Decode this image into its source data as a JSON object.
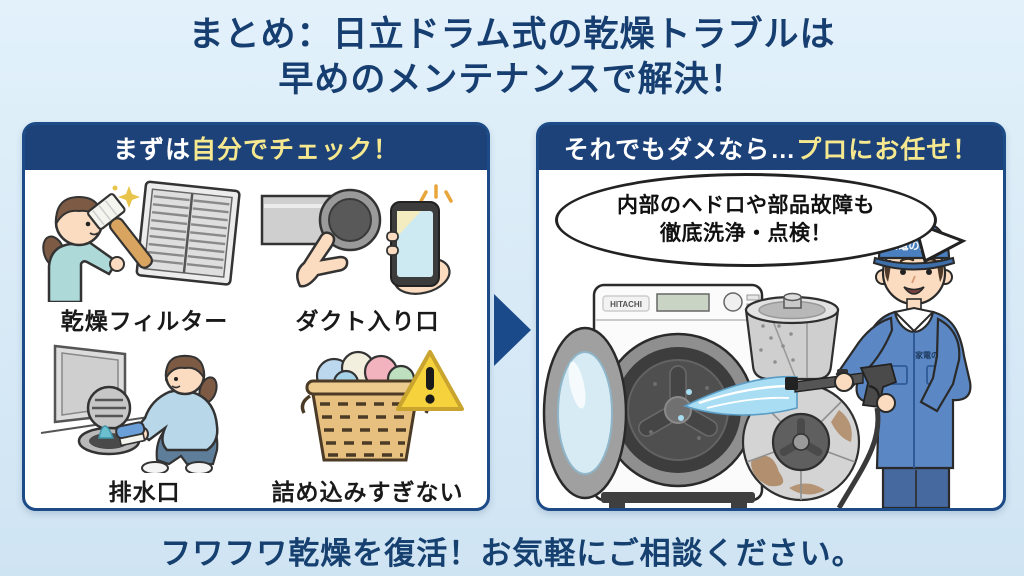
{
  "title": {
    "line1": "まとめ：日立ドラム式の乾燥トラブルは",
    "line2": "早めのメンテナンスで解決！"
  },
  "left_panel": {
    "header_normal": "まずは",
    "header_highlight": "自分でチェック！",
    "items": [
      {
        "label": "乾燥フィルター",
        "icon": "filter-cleaning-illustration"
      },
      {
        "label": "ダクト入り口",
        "icon": "duct-check-illustration"
      },
      {
        "label": "排水口",
        "icon": "drain-cleaning-illustration"
      },
      {
        "label": "詰め込みすぎない",
        "icon": "laundry-basket-warning-illustration"
      }
    ]
  },
  "right_panel": {
    "header_normal": "それでもダメなら…",
    "header_highlight": "プロにお任せ！",
    "bubble_line1": "内部のヘドロや部品故障も",
    "bubble_line2": "徹底洗浄・点検！",
    "machine_brand": "HITACHI",
    "cap_text": "家電の達人",
    "chest_text": "家電の達人"
  },
  "footer": "フワフワ乾燥を復活！お気軽にご相談ください。",
  "colors": {
    "background": "#d9eaf7",
    "header_navy": "#1d4179",
    "panel_border": "#1d4b87",
    "title_text": "#173e70",
    "highlight_yellow": "#f5e88f",
    "label_text": "#1a1a1a",
    "arrow_navy": "#1b4a8a",
    "warning_yellow": "#f6d33c",
    "spray_blue": "#a9ddf3",
    "uniform_blue": "#5b88c4"
  }
}
